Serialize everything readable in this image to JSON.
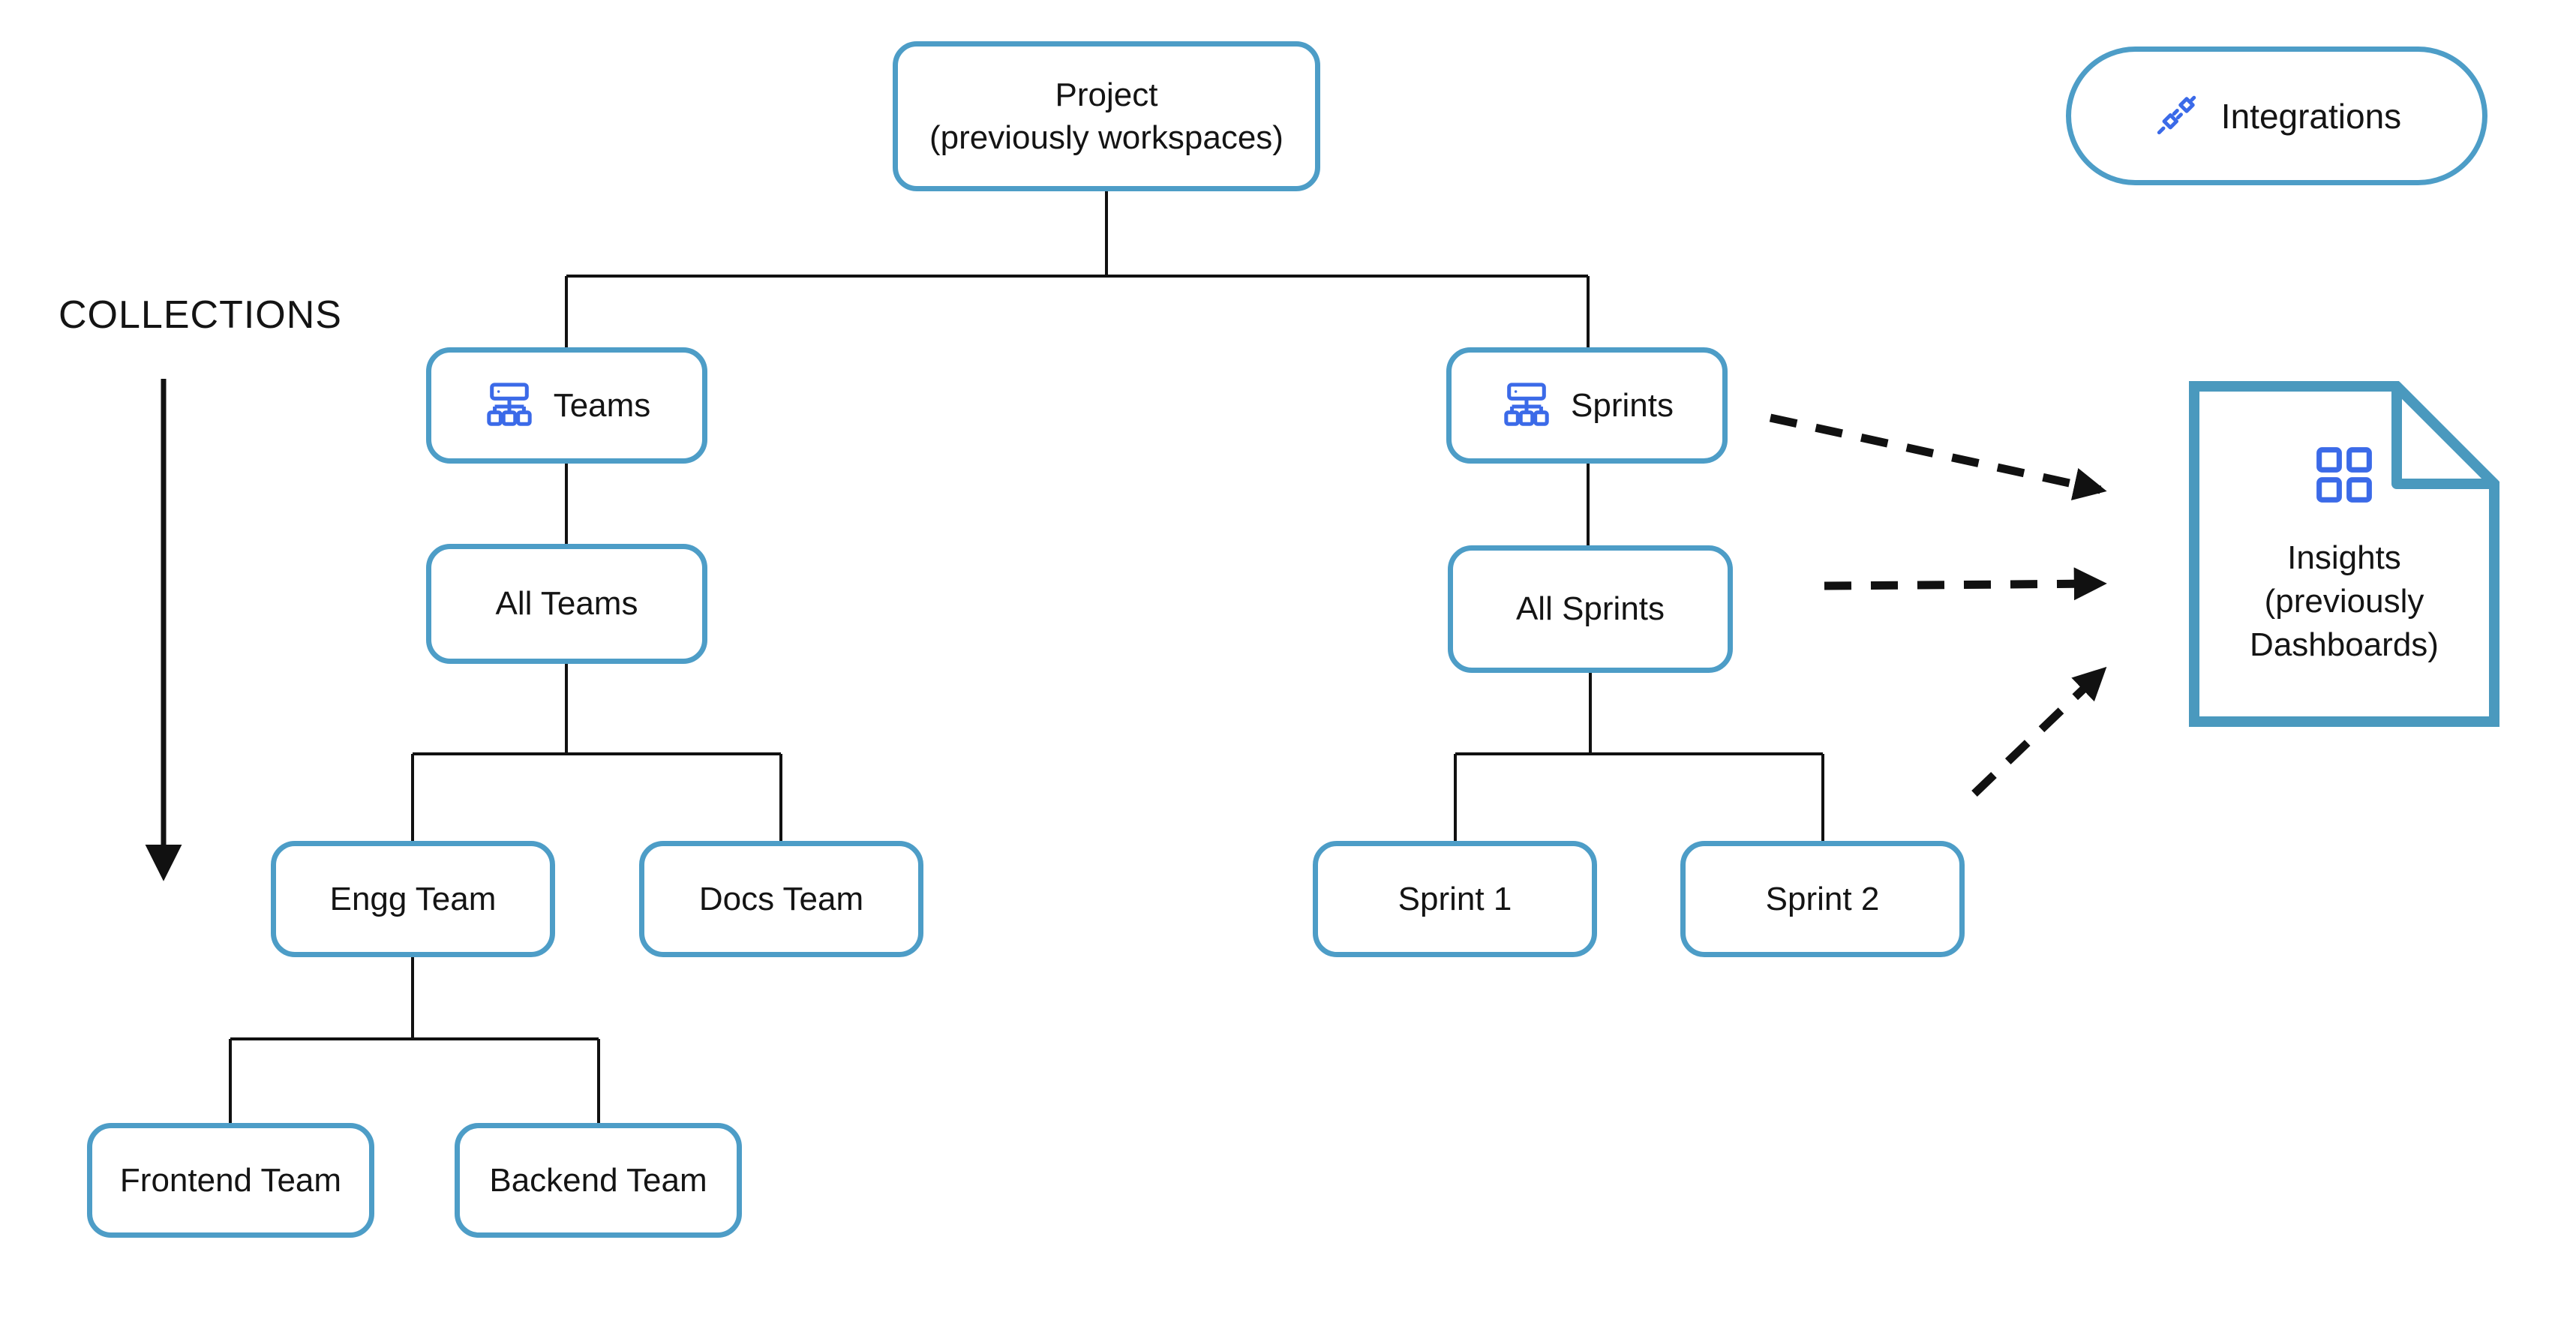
{
  "collections_label": "COLLECTIONS",
  "nodes": {
    "project": {
      "label": "Project",
      "sublabel": "(previously workspaces)"
    },
    "teams": {
      "label": "Teams",
      "icon": "org-chart-icon"
    },
    "sprints": {
      "label": "Sprints",
      "icon": "org-chart-icon"
    },
    "all_teams": {
      "label": "All Teams"
    },
    "all_sprints": {
      "label": "All Sprints"
    },
    "engg_team": {
      "label": "Engg Team"
    },
    "docs_team": {
      "label": "Docs Team"
    },
    "sprint_1": {
      "label": "Sprint 1"
    },
    "sprint_2": {
      "label": "Sprint 2"
    },
    "frontend_team": {
      "label": "Frontend Team"
    },
    "backend_team": {
      "label": "Backend Team"
    }
  },
  "integrations": {
    "label": "Integrations",
    "icon": "plug-connection-icon"
  },
  "insights": {
    "line1": "Insights",
    "line2": "(previously",
    "line3": "Dashboards)",
    "icon": "dashboard-grid-icon"
  },
  "colors": {
    "accent": "#4D9DC7",
    "doc_accent": "#4A99BE",
    "icon_blue": "#3B6AE8",
    "text": "#141414",
    "connector": "#111111"
  }
}
